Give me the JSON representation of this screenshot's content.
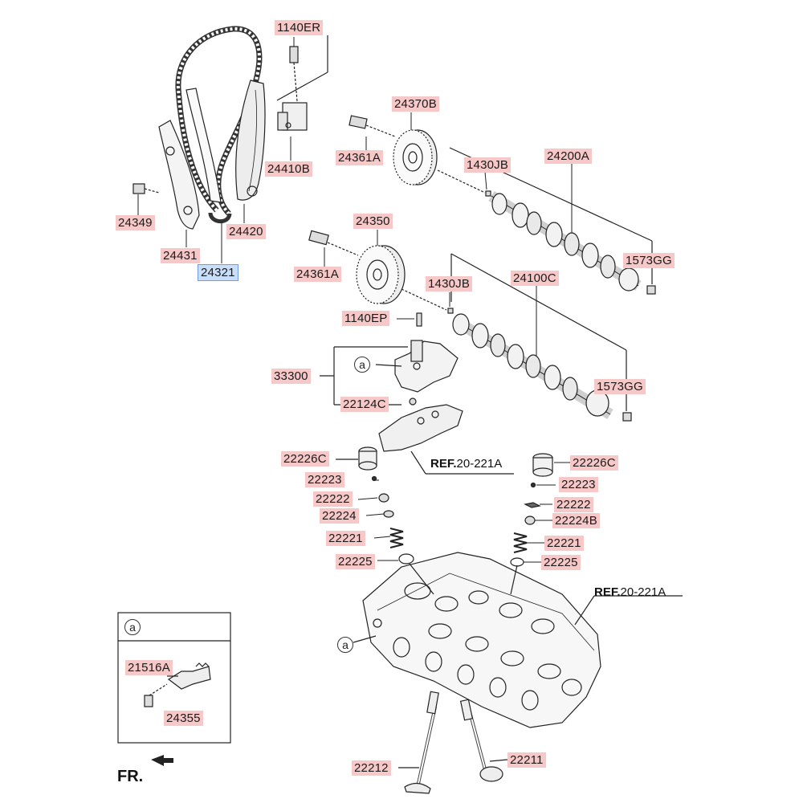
{
  "diagram": {
    "parts": [
      {
        "id": "p1140ER",
        "label": "1140ER"
      },
      {
        "id": "p24370B",
        "label": "24370B"
      },
      {
        "id": "p24361A_1",
        "label": "24361A"
      },
      {
        "id": "p24410B",
        "label": "24410B"
      },
      {
        "id": "p1430JB_1",
        "label": "1430JB"
      },
      {
        "id": "p24200A",
        "label": "24200A"
      },
      {
        "id": "p24349",
        "label": "24349"
      },
      {
        "id": "p24420",
        "label": "24420"
      },
      {
        "id": "p24350",
        "label": "24350"
      },
      {
        "id": "p24431",
        "label": "24431"
      },
      {
        "id": "p24321",
        "label": "24321"
      },
      {
        "id": "p1573GG_1",
        "label": "1573GG"
      },
      {
        "id": "p24361A_2",
        "label": "24361A"
      },
      {
        "id": "p1430JB_2",
        "label": "1430JB"
      },
      {
        "id": "p24100C",
        "label": "24100C"
      },
      {
        "id": "p1140EP",
        "label": "1140EP"
      },
      {
        "id": "p33300",
        "label": "33300"
      },
      {
        "id": "p1573GG_2",
        "label": "1573GG"
      },
      {
        "id": "p22124C",
        "label": "22124C"
      },
      {
        "id": "p22226C_1",
        "label": "22226C"
      },
      {
        "id": "p22226C_2",
        "label": "22226C"
      },
      {
        "id": "p22223_1",
        "label": "22223"
      },
      {
        "id": "p22223_2",
        "label": "22223"
      },
      {
        "id": "p22222_1",
        "label": "22222"
      },
      {
        "id": "p22222_2",
        "label": "22222"
      },
      {
        "id": "p22224",
        "label": "22224"
      },
      {
        "id": "p22224B",
        "label": "22224B"
      },
      {
        "id": "p22221_1",
        "label": "22221"
      },
      {
        "id": "p22221_2",
        "label": "22221"
      },
      {
        "id": "p22225_1",
        "label": "22225"
      },
      {
        "id": "p22225_2",
        "label": "22225"
      },
      {
        "id": "p21516A",
        "label": "21516A"
      },
      {
        "id": "p24355",
        "label": "24355"
      },
      {
        "id": "p22212",
        "label": "22212"
      },
      {
        "id": "p22211",
        "label": "22211"
      }
    ],
    "selected_part": "24321",
    "refs": [
      {
        "bold": "REF.",
        "rest": "20-221A"
      },
      {
        "bold": "REF.",
        "rest": "20-221A"
      }
    ],
    "callout_letter": "a",
    "inset_letter": "a",
    "front_label": "FR."
  },
  "colors": {
    "label_bg": "#f7c8c8",
    "selected_bg": "#c9defa",
    "line": "#222222"
  }
}
